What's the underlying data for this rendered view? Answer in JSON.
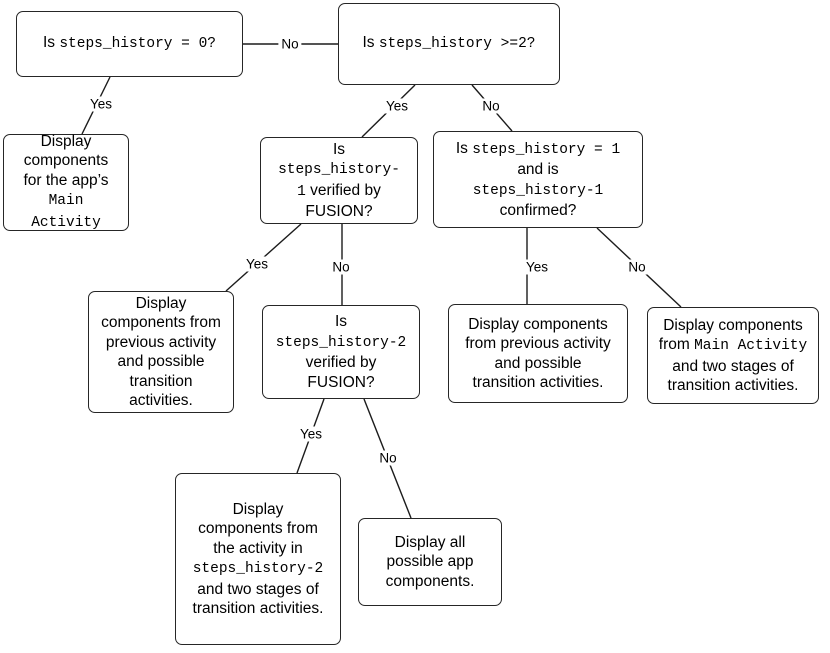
{
  "colors": {
    "background": "#ffffff",
    "box_border": "#262626",
    "edge_line": "#1c1c1c",
    "text": "#000000"
  },
  "nodes": {
    "q_eq0": {
      "lines": [
        [
          {
            "t": "Is ",
            "code": false
          },
          {
            "t": "steps_history = 0?",
            "code": true
          }
        ]
      ]
    },
    "q_geq2": {
      "lines": [
        [
          {
            "t": "Is ",
            "code": false
          },
          {
            "t": "steps_history >=2?",
            "code": true
          }
        ]
      ]
    },
    "r_main_activity": {
      "lines": [
        [
          {
            "t": "Display",
            "code": false
          }
        ],
        [
          {
            "t": "components",
            "code": false
          }
        ],
        [
          {
            "t": "for the app’s",
            "code": false
          }
        ],
        [
          {
            "t": "Main",
            "code": true
          }
        ],
        [
          {
            "t": "Activity",
            "code": true
          }
        ]
      ]
    },
    "q_fusion1": {
      "lines": [
        [
          {
            "t": "Is",
            "code": false
          }
        ],
        [
          {
            "t": "steps_history-",
            "code": true
          }
        ],
        [
          {
            "t": "1",
            "code": true
          },
          {
            "t": " verified by",
            "code": false
          }
        ],
        [
          {
            "t": "FUSION?",
            "code": false
          }
        ]
      ]
    },
    "q_eq1": {
      "lines": [
        [
          {
            "t": "Is ",
            "code": false
          },
          {
            "t": "steps_history = 1",
            "code": true
          }
        ],
        [
          {
            "t": "and is",
            "code": false
          }
        ],
        [
          {
            "t": "steps_history-1",
            "code": true
          }
        ],
        [
          {
            "t": "confirmed?",
            "code": false
          }
        ]
      ]
    },
    "r_prev_fusion": {
      "lines": [
        [
          {
            "t": "Display",
            "code": false
          }
        ],
        [
          {
            "t": "components from",
            "code": false
          }
        ],
        [
          {
            "t": "previous activity",
            "code": false
          }
        ],
        [
          {
            "t": "and possible",
            "code": false
          }
        ],
        [
          {
            "t": "transition",
            "code": false
          }
        ],
        [
          {
            "t": "activities.",
            "code": false
          }
        ]
      ]
    },
    "q_fusion2": {
      "lines": [
        [
          {
            "t": "Is",
            "code": false
          }
        ],
        [
          {
            "t": "steps_history-2",
            "code": true
          }
        ],
        [
          {
            "t": "verified by",
            "code": false
          }
        ],
        [
          {
            "t": "FUSION?",
            "code": false
          }
        ]
      ]
    },
    "r_prev_eq1": {
      "lines": [
        [
          {
            "t": "Display components",
            "code": false
          }
        ],
        [
          {
            "t": "from previous activity",
            "code": false
          }
        ],
        [
          {
            "t": "and possible",
            "code": false
          }
        ],
        [
          {
            "t": "transition activities.",
            "code": false
          }
        ]
      ]
    },
    "r_main_two_stages": {
      "lines": [
        [
          {
            "t": "Display components",
            "code": false
          }
        ],
        [
          {
            "t": "from ",
            "code": false
          },
          {
            "t": "Main Activity",
            "code": true
          }
        ],
        [
          {
            "t": "and two stages of",
            "code": false
          }
        ],
        [
          {
            "t": "transition activities.",
            "code": false
          }
        ]
      ]
    },
    "r_hist2_two_stages": {
      "lines": [
        [
          {
            "t": "Display",
            "code": false
          }
        ],
        [
          {
            "t": "components from",
            "code": false
          }
        ],
        [
          {
            "t": "the activity in",
            "code": false
          }
        ],
        [
          {
            "t": "steps_history-2",
            "code": true
          }
        ],
        [
          {
            "t": "and two stages of",
            "code": false
          }
        ],
        [
          {
            "t": "transition activities.",
            "code": false
          }
        ]
      ]
    },
    "r_all_components": {
      "lines": [
        [
          {
            "t": "Display all",
            "code": false
          }
        ],
        [
          {
            "t": "possible app",
            "code": false
          }
        ],
        [
          {
            "t": "components.",
            "code": false
          }
        ]
      ]
    }
  },
  "edge_labels": {
    "root_no": "No",
    "root_yes": "Yes",
    "geq2_yes": "Yes",
    "geq2_no": "No",
    "fusion1_yes": "Yes",
    "fusion1_no": "No",
    "eq1_yes": "Yes",
    "eq1_no": "No",
    "fusion2_yes": "Yes",
    "fusion2_no": "No"
  }
}
